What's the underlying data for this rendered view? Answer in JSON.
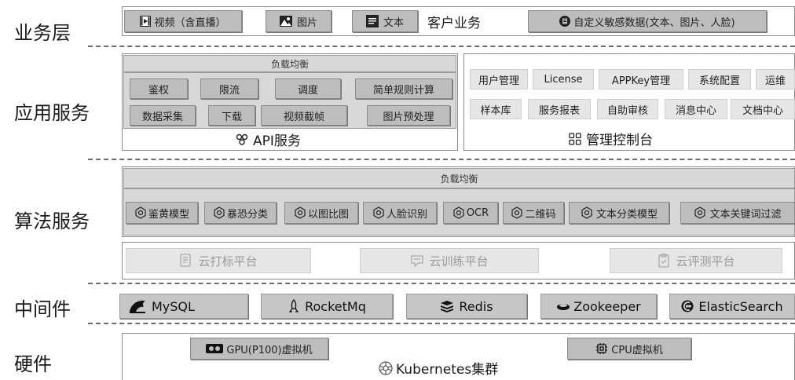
{
  "layers": {
    "business": "业务层",
    "application": "应用服务",
    "algorithm": "算法服务",
    "middleware": "中间件",
    "hardware": "硬件"
  },
  "business": {
    "video": "视频（含直播）",
    "image": "图片",
    "text": "文本",
    "customer": "客户业务",
    "custom_sensitive": "自定义敏感数据(文本、图片、人脸)"
  },
  "api": {
    "lb": "负载均衡",
    "items": [
      "鉴权",
      "限流",
      "调度",
      "简单规则计算",
      "数据采集",
      "下载",
      "视频截帧",
      "图片预处理"
    ],
    "title": "API服务"
  },
  "console": {
    "row1": [
      "用户管理",
      "License",
      "APPKey管理",
      "系统配置",
      "运维"
    ],
    "row2": [
      "样本库",
      "服务报表",
      "自助审核",
      "消息中心",
      "文档中心"
    ],
    "title": "管理控制台"
  },
  "algorithm": {
    "lb": "负载均衡",
    "models": [
      "鉴黄模型",
      "暴恐分类",
      "以图比图",
      "人脸识别",
      "OCR",
      "二维码",
      "文本分类模型",
      "文本关键词过滤"
    ],
    "platforms": [
      "云打标平台",
      "云训练平台",
      "云评测平台"
    ]
  },
  "middleware": {
    "items": [
      "MySQL",
      "RocketMq",
      "Redis",
      "Zookeeper",
      "ElasticSearch"
    ]
  },
  "hardware": {
    "gpu": "GPU(P100)虚拟机",
    "cpu": "CPU虚拟机",
    "cluster": "Kubernetes集群"
  }
}
